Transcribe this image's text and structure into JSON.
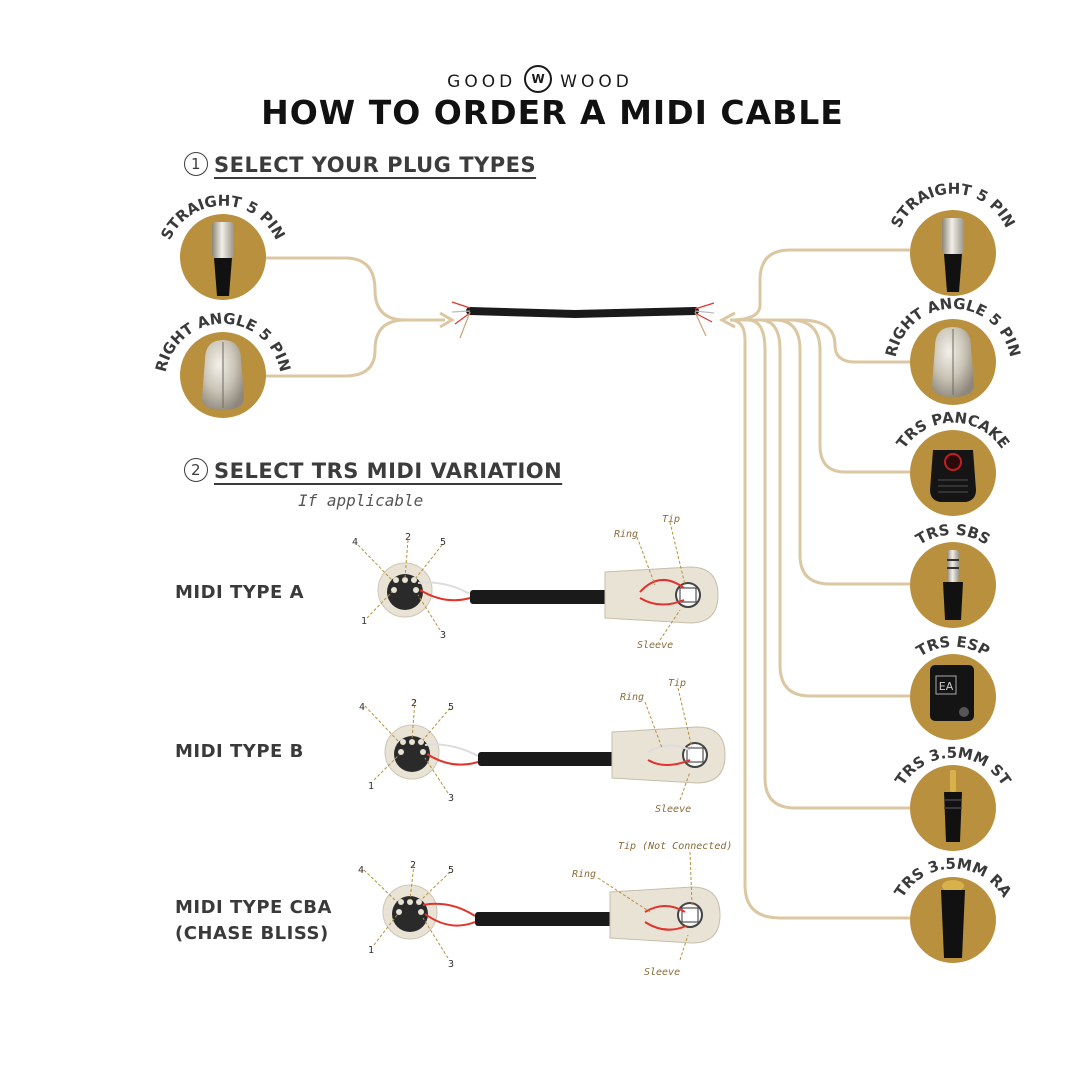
{
  "header": {
    "brand_left": "GOOD",
    "brand_mark": "W",
    "brand_right": "WOOD",
    "title": "HOW TO ORDER A MIDI CABLE"
  },
  "step1": {
    "number": "1",
    "label": "SELECT YOUR PLUG TYPES"
  },
  "step2": {
    "number": "2",
    "label": "SELECT TRS MIDI VARIATION",
    "hint": "If applicable"
  },
  "left_plugs": [
    {
      "label": "STRAIGHT 5 PIN"
    },
    {
      "label": "RIGHT ANGLE 5 PIN"
    }
  ],
  "right_plugs": [
    {
      "label": "STRAIGHT 5 PIN"
    },
    {
      "label": "RIGHT ANGLE 5 PIN"
    },
    {
      "label": "TRS PANCAKE"
    },
    {
      "label": "TRS SBS"
    },
    {
      "label": "TRS ESP"
    },
    {
      "label": "TRS 3.5MM ST"
    },
    {
      "label": "TRS 3.5MM RA"
    }
  ],
  "variations": [
    {
      "label_line1": "MIDI TYPE A",
      "label_line2": "",
      "tip": "Tip",
      "ring": "Ring",
      "sleeve": "Sleeve"
    },
    {
      "label_line1": "MIDI TYPE B",
      "label_line2": "",
      "tip": "Tip",
      "ring": "Ring",
      "sleeve": "Sleeve"
    },
    {
      "label_line1": "MIDI TYPE CBA",
      "label_line2": "(CHASE BLISS)",
      "tip": "Tip (Not Connected)",
      "ring": "Ring",
      "sleeve": "Sleeve"
    }
  ],
  "pin_numbers": [
    "1",
    "2",
    "3",
    "4",
    "5"
  ],
  "esp_badge": "EA",
  "colors": {
    "gold": "#b8903e",
    "line": "#dcc7a3",
    "cable": "#1a1a1a",
    "wire_red": "#e0342c",
    "text": "#3a3a3a"
  }
}
